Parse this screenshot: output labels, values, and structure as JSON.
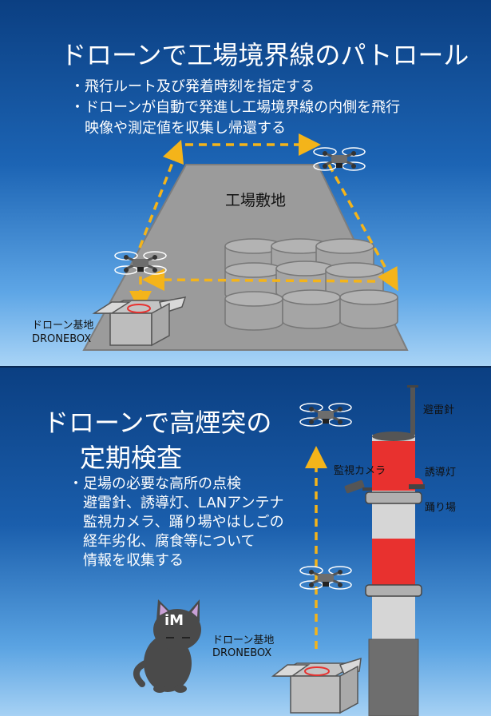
{
  "top": {
    "title": "ドローンで工場境界線のパトロール",
    "bullets": [
      "・飛行ルート及び発着時刻を指定する",
      "・ドローンが自動で発進し工場境界線の内側を飛行",
      "映像や測定値を収集し帰還する"
    ],
    "site_label": "工場敷地",
    "base_label_1": "ドローン基地",
    "base_label_2": "DRONEBOX"
  },
  "bottom": {
    "title_line1": "ドローンで高煙突の",
    "title_line2": "定期検査",
    "bullets": [
      "・足場の必要な高所の点検",
      "避雷針、誘導灯、LANアンテナ",
      "監視カメラ、踊り場やはしごの",
      "経年劣化、腐食等について",
      "情報を収集する"
    ],
    "lightning_rod_label": "避雷針",
    "camera_label": "監視カメラ",
    "beacon_label": "誘導灯",
    "platform_label": "踊り場",
    "base_label_1": "ドローン基地",
    "base_label_2": "DRONEBOX",
    "mascot_text": "iM"
  },
  "colors": {
    "route_arrow": "#f4b41a",
    "chimney_red": "#e8312f",
    "chimney_gray": "#7d7d7d",
    "ground": "#9a9a9a"
  },
  "icons": [
    "drone-icon",
    "dronebox-icon",
    "tank-icon",
    "chimney-icon",
    "camera-icon",
    "beacon-icon",
    "cat-mascot-icon"
  ]
}
